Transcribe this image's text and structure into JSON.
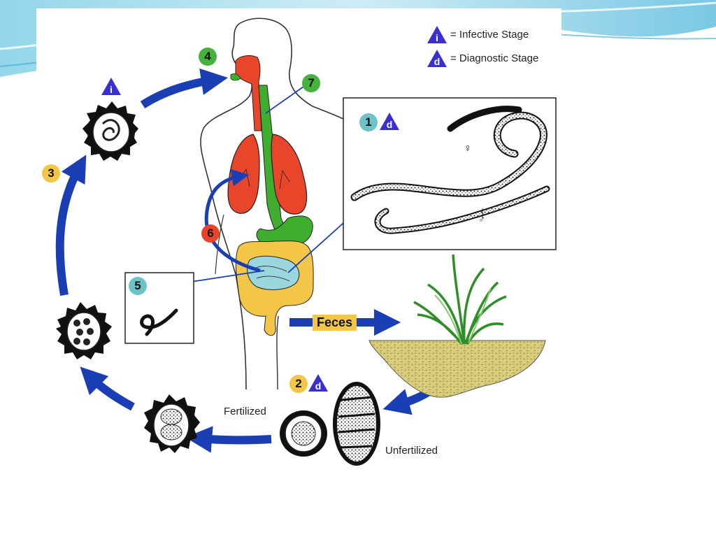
{
  "legend": {
    "infective_symbol": "i",
    "infective_label": "= Infective Stage",
    "diagnostic_symbol": "d",
    "diagnostic_label": "= Diagnostic Stage"
  },
  "stages": {
    "s1": "1",
    "s2": "2",
    "s3": "3",
    "s4": "4",
    "s5": "5",
    "s6": "6",
    "s7": "7"
  },
  "labels": {
    "feces": "Feces",
    "fertilized": "Fertilized",
    "unfertilized": "Unfertilized",
    "female_symbol": "♀",
    "male_symbol": "♂"
  },
  "colors": {
    "arrow_blue": "#1a3fb5",
    "stage_green": "#45b23c",
    "stage_yellow": "#f3c648",
    "stage_red": "#e8452a",
    "stage_teal": "#6cc4c8",
    "badge_purple": "#3a2fd0",
    "lung_red": "#e8452a",
    "intestine_yellow": "#f3c648",
    "small_intestine_teal": "#9ad6dd",
    "esophagus_green": "#3fae2f",
    "soil": "#d9cc7a"
  }
}
